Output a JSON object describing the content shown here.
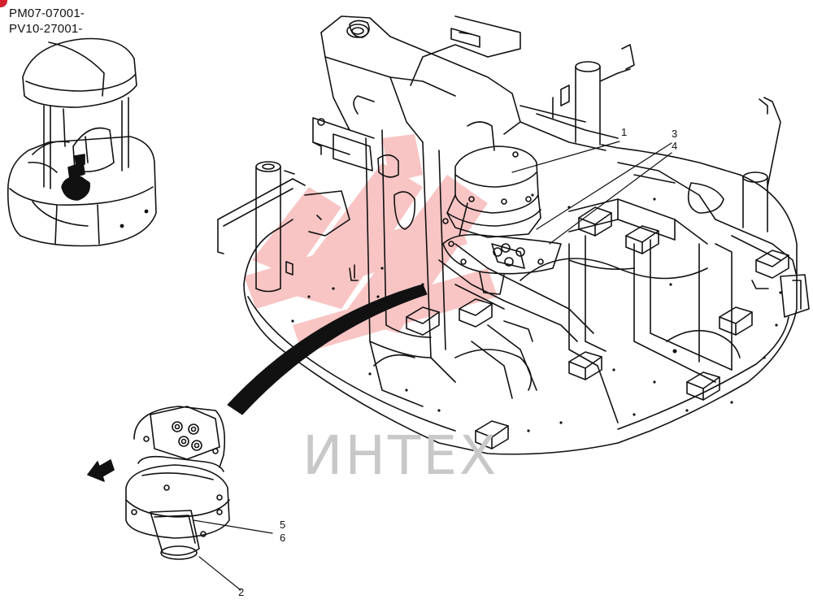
{
  "header": {
    "serial_ranges": [
      "PM07-07001-",
      "PV10-27001-"
    ]
  },
  "watermark": {
    "text": "ИНТЕХ",
    "logo_color": "#e8342f",
    "text_color": "#c8c8c8"
  },
  "callouts": [
    "1",
    "2",
    "3",
    "4",
    "5",
    "6"
  ],
  "colors": {
    "line": "#111111",
    "background": "#ffffff"
  }
}
